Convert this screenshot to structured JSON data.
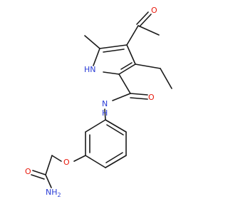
{
  "molecule": {
    "labels": {
      "o_acetyl": "O",
      "nh_pyrrole": "HN",
      "nh_amide": "N",
      "h_amide": "H",
      "o_amide": "O",
      "o_ether": "O",
      "o_primary_amide": "O",
      "nh2": "NH",
      "nh2_sub": "2"
    },
    "colors": {
      "oxygen": "#e8190c",
      "nitrogen": "#2a3cd6",
      "bond": "#1a1a1a"
    }
  }
}
